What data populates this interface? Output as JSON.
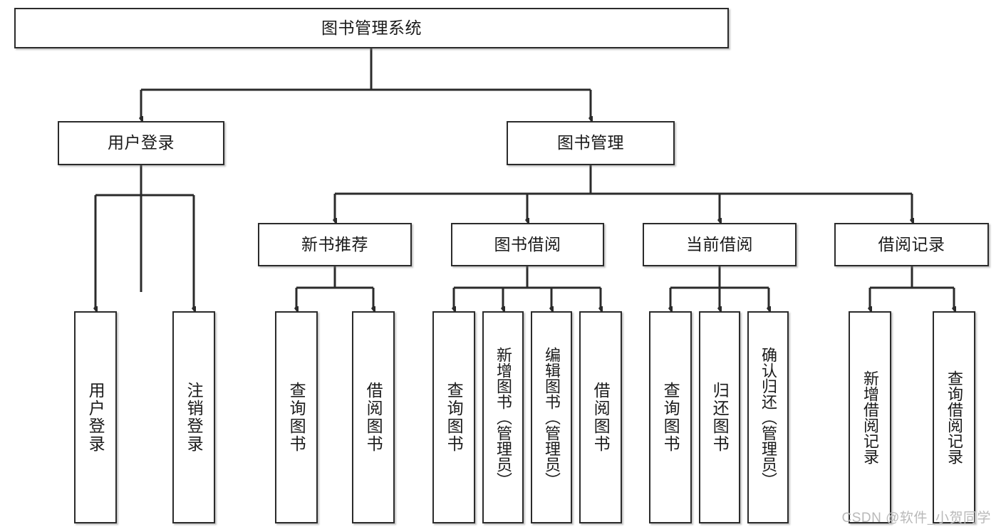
{
  "diagram": {
    "title": "图书管理系统",
    "type": "hierarchy-tree",
    "watermark": "CSDN @软件_小贺同学",
    "colors": {
      "stroke": "#2b2b2b",
      "fill": "#ffffff",
      "text": "#1a1a1a",
      "watermark": "#b9b9b9"
    },
    "levels": {
      "root": {
        "label": "图书管理系统"
      },
      "level2": [
        {
          "id": "user-login",
          "label": "用户登录"
        },
        {
          "id": "book-manage",
          "label": "图书管理"
        }
      ],
      "level3": [
        {
          "id": "new-book-rec",
          "label": "新书推荐"
        },
        {
          "id": "book-borrow",
          "label": "图书借阅"
        },
        {
          "id": "current-borrow",
          "label": "当前借阅"
        },
        {
          "id": "borrow-record",
          "label": "借阅记录"
        }
      ],
      "leaves": [
        {
          "id": "leaf-user-login",
          "label": "用户登录",
          "parent": "user-login"
        },
        {
          "id": "leaf-logout",
          "label": "注销登录",
          "parent": "user-login"
        },
        {
          "id": "leaf-query-book-1",
          "label": "查询图书",
          "parent": "new-book-rec"
        },
        {
          "id": "leaf-borrow-book-1",
          "label": "借阅图书",
          "parent": "new-book-rec"
        },
        {
          "id": "leaf-query-book-2",
          "label": "查询图书",
          "parent": "book-borrow"
        },
        {
          "id": "leaf-add-book",
          "label": "新增图书（管理员）",
          "parent": "book-borrow"
        },
        {
          "id": "leaf-edit-book",
          "label": "编辑图书（管理员）",
          "parent": "book-borrow"
        },
        {
          "id": "leaf-borrow-book-2",
          "label": "借阅图书",
          "parent": "book-borrow"
        },
        {
          "id": "leaf-query-book-3",
          "label": "查询图书",
          "parent": "current-borrow"
        },
        {
          "id": "leaf-return-book",
          "label": "归还图书",
          "parent": "current-borrow"
        },
        {
          "id": "leaf-confirm-return",
          "label": "确认归还（管理员）",
          "parent": "current-borrow"
        },
        {
          "id": "leaf-add-record",
          "label": "新增借阅记录",
          "parent": "borrow-record"
        },
        {
          "id": "leaf-query-record",
          "label": "查询借阅记录",
          "parent": "borrow-record"
        }
      ]
    }
  }
}
